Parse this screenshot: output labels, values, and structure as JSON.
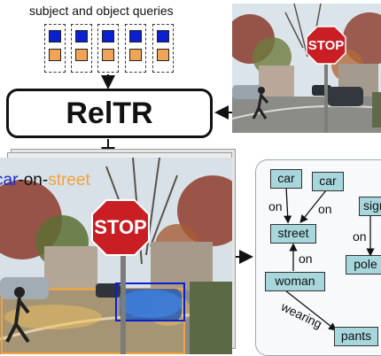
{
  "queries_label": "subject and object queries",
  "model_name": "RelTR",
  "overlay_caption": {
    "subject": "car",
    "predicate": "on",
    "object": "street",
    "subject_color": "#1a2ccc",
    "object_color": "#f2a23c"
  },
  "colors": {
    "subject_query": "#0a1fd0",
    "object_query": "#f0a456",
    "graph_node": "#a7d7dc"
  },
  "stop_sign_text": "STOP",
  "graph": {
    "nodes": {
      "car1": "car",
      "car2": "car",
      "sign": "sign",
      "street": "street",
      "pole": "pole",
      "woman": "woman",
      "pants": "pants"
    },
    "edges": {
      "car1_street": "on",
      "car2_street": "on",
      "sign_pole": "on",
      "woman_street": "on",
      "woman_pants": "wearing"
    }
  }
}
